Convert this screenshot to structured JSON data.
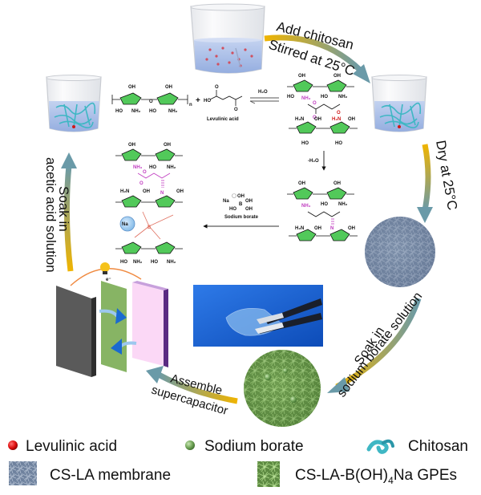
{
  "title": "Preparation of CS-LA-B(OH)4Na gel polymer electrolyte and supercapacitor assembly",
  "steps": {
    "step1": {
      "line1": "Add chitosan",
      "line2": "Stirred at 25°C"
    },
    "step2": {
      "line1": "Dry at 25°C"
    },
    "step3": {
      "line1": "Soak in",
      "line2": "sodium borate solution"
    },
    "step4": {
      "line1": "Assemble",
      "line2": "supercapacitor"
    },
    "step5": {
      "line1": "Soak in",
      "line2": "acetic acid solution"
    }
  },
  "reaction": {
    "levulinic_acid_label": "Levulinic acid",
    "sodium_borate_label": "Sodium borate",
    "water_label": "H₂O",
    "dehydration_label": "-H₂O",
    "plus": "+",
    "chem_groups": {
      "oh": "OH",
      "ho": "HO",
      "nh2": "NH₂",
      "h2n": "H₂N",
      "nh3": "NH₃",
      "o": "O",
      "n": "N",
      "na": "Na",
      "b": "B",
      "sub_n": "n"
    }
  },
  "supercapacitor": {
    "electron_label": "e⁻"
  },
  "legend": {
    "items": [
      {
        "label": "Levulinic acid",
        "icon": "red-sphere-icon"
      },
      {
        "label": "Sodium borate",
        "icon": "green-sphere-icon"
      },
      {
        "label": "Chitosan",
        "icon": "chitosan-chain-icon"
      },
      {
        "label": "CS-LA membrane",
        "icon": "cs-la-membrane-icon"
      },
      {
        "label_main": "CS-LA-B(OH)",
        "label_sub": "4",
        "label_end": "Na GPEs",
        "icon": "gpe-membrane-icon"
      }
    ]
  },
  "colors": {
    "arrow_start": "#f0b400",
    "arrow_end": "#6a9aa8",
    "beaker_liquid": "#a9bfe8",
    "membrane_blue": "#7d8fa8",
    "membrane_green": "#6f9a4c",
    "photo_bg": "#1a62d0",
    "ring_green": "#52c95a",
    "pink_text": "#c03cc0",
    "red_text": "#d01818"
  }
}
